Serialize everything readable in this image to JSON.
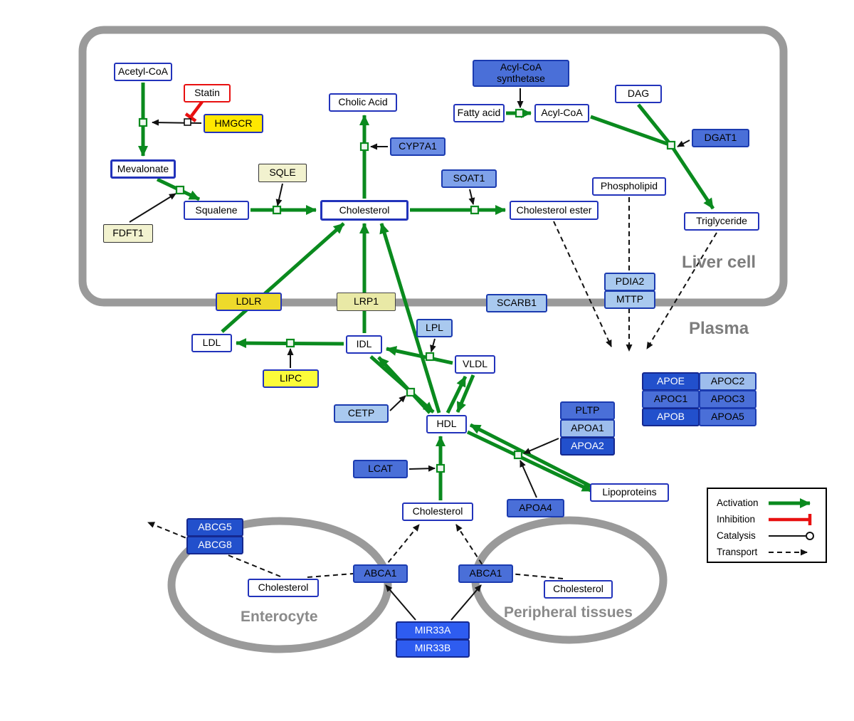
{
  "regions": {
    "liver": "Liver cell",
    "plasma": "Plasma",
    "enterocyte": "Enterocyte",
    "peripheral": "Peripheral tissues"
  },
  "nodes": {
    "acetyl_coa": "Acetyl-CoA",
    "statin": "Statin",
    "hmgcr": "HMGCR",
    "mevalonate": "Mevalonate",
    "fdft1": "FDFT1",
    "squalene": "Squalene",
    "sqle": "SQLE",
    "cholesterol_liver": "Cholesterol",
    "cholic_acid": "Cholic Acid",
    "cyp7a1": "CYP7A1",
    "soat1": "SOAT1",
    "cholesterol_ester": "Cholesterol ester",
    "acyl_coa_synthetase": "Acyl-CoA synthetase",
    "fatty_acid": "Fatty acid",
    "acyl_coa": "Acyl-CoA",
    "dag": "DAG",
    "dgat1": "DGAT1",
    "phospholipid": "Phospholipid",
    "triglyceride": "Triglyceride",
    "pdia2": "PDIA2",
    "mttp": "MTTP",
    "ldlr": "LDLR",
    "lrp1": "LRP1",
    "scarb1": "SCARB1",
    "ldl": "LDL",
    "idl": "IDL",
    "lpl": "LPL",
    "vldl": "VLDL",
    "lipc": "LIPC",
    "cetp": "CETP",
    "hdl": "HDL",
    "pltp": "PLTP",
    "apoa1": "APOA1",
    "apoa2": "APOA2",
    "lcat": "LCAT",
    "apoa4": "APOA4",
    "lipoproteins": "Lipoproteins",
    "apoe": "APOE",
    "apoc2": "APOC2",
    "apoc1": "APOC1",
    "apoc3": "APOC3",
    "apob": "APOB",
    "apoa5": "APOA5",
    "cholesterol_plasma": "Cholesterol",
    "abcg5": "ABCG5",
    "abcg8": "ABCG8",
    "cholesterol_enterocyte": "Cholesterol",
    "abca1_enterocyte": "ABCA1",
    "abca1_peripheral": "ABCA1",
    "cholesterol_peripheral": "Cholesterol",
    "mir33a": "MIR33A",
    "mir33b": "MIR33B"
  },
  "legend": {
    "activation": "Activation",
    "inhibition": "Inhibition",
    "catalysis": "Catalysis",
    "transport": "Transport"
  },
  "colors": {
    "c-activation": "#0a8a1e",
    "c-inhibition": "#e81010",
    "c-membrane": "#9a9a9a",
    "c-node-border": "#2233bb",
    "c-gene-yellow": "#ffe800"
  }
}
